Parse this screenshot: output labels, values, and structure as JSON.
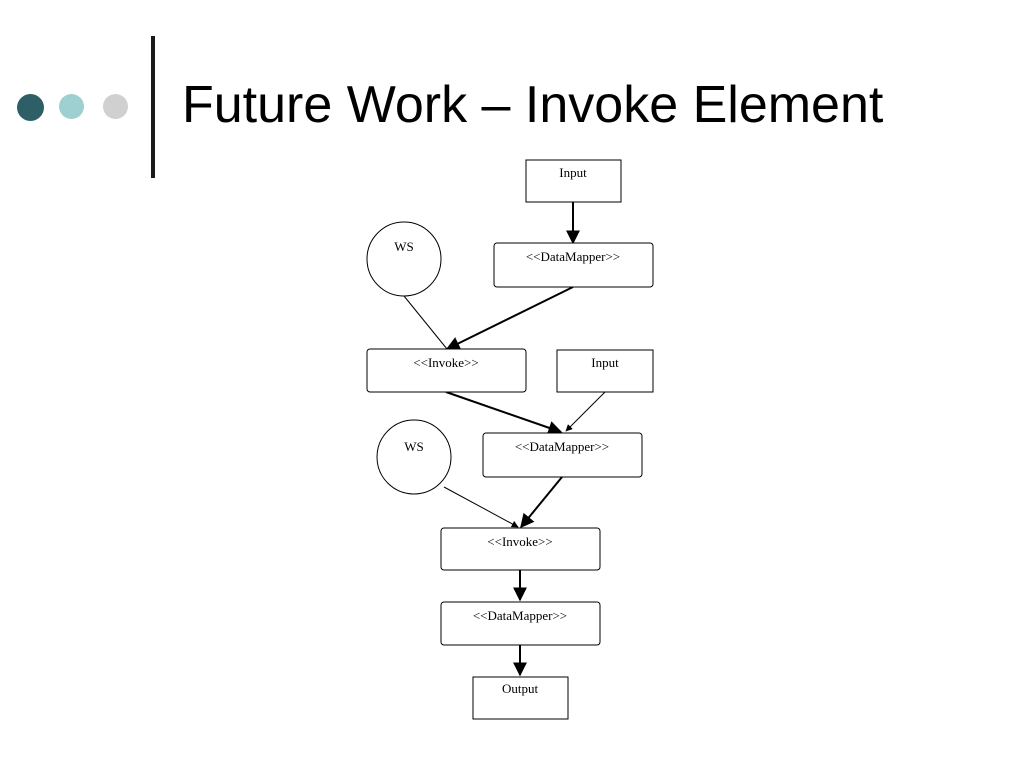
{
  "slide": {
    "title": "Future Work – Invoke Element",
    "bullet_colors": [
      "#2f5f66",
      "#9ecfd1",
      "#d0d0d0"
    ]
  },
  "diagram": {
    "nodes": {
      "input_top": "Input",
      "datamapper_1": "<<DataMapper>>",
      "ws_1": "WS",
      "invoke_1": "<<Invoke>>",
      "input_mid": "Input",
      "ws_2": "WS",
      "datamapper_2": "<<DataMapper>>",
      "invoke_2": "<<Invoke>>",
      "datamapper_3": "<<DataMapper>>",
      "output": "Output"
    },
    "edges": [
      {
        "from": "input_top",
        "to": "datamapper_1",
        "style": "arrow"
      },
      {
        "from": "datamapper_1",
        "to": "invoke_1",
        "style": "arrow"
      },
      {
        "from": "ws_1",
        "to": "invoke_1",
        "style": "line"
      },
      {
        "from": "invoke_1",
        "to": "datamapper_2",
        "style": "arrow"
      },
      {
        "from": "input_mid",
        "to": "datamapper_2",
        "style": "arrow"
      },
      {
        "from": "datamapper_2",
        "to": "invoke_2",
        "style": "arrow"
      },
      {
        "from": "ws_2",
        "to": "invoke_2",
        "style": "arrow"
      },
      {
        "from": "invoke_2",
        "to": "datamapper_3",
        "style": "arrow"
      },
      {
        "from": "datamapper_3",
        "to": "output",
        "style": "arrow"
      }
    ]
  }
}
